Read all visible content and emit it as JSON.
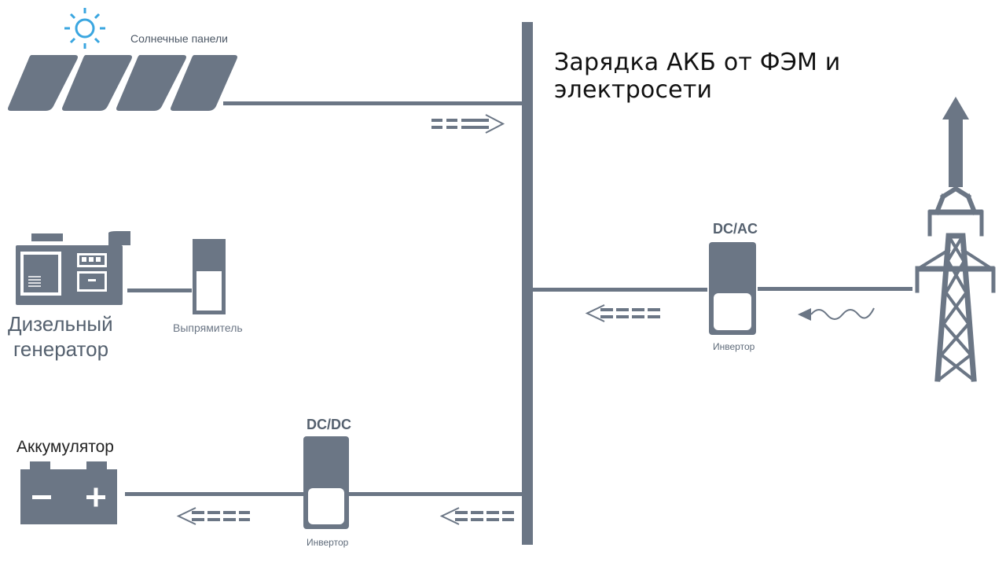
{
  "title": "Зарядка АКБ от ФЭМ и электросети",
  "labels": {
    "solar_panels": "Солнечные панели",
    "diesel_line1": "Дизельный",
    "diesel_line2": "генератор",
    "rectifier": "Выпрямитель",
    "battery": "Аккумулятор",
    "inverter_dcac": "Инвертор",
    "inverter_dcdc": "Инвертор",
    "dcac": "DC/AC",
    "dcdc": "DC/DC"
  },
  "icons": [
    "sun-icon",
    "solar-panel-icon",
    "diesel-generator-icon",
    "rectifier-icon",
    "battery-icon",
    "inverter-icon",
    "power-tower-icon",
    "ac-wave-icon",
    "flow-arrow-icon",
    "up-arrow-icon"
  ],
  "colors": {
    "accent": "#6b7685",
    "sun": "#3aa6e0",
    "text": "#111111"
  }
}
